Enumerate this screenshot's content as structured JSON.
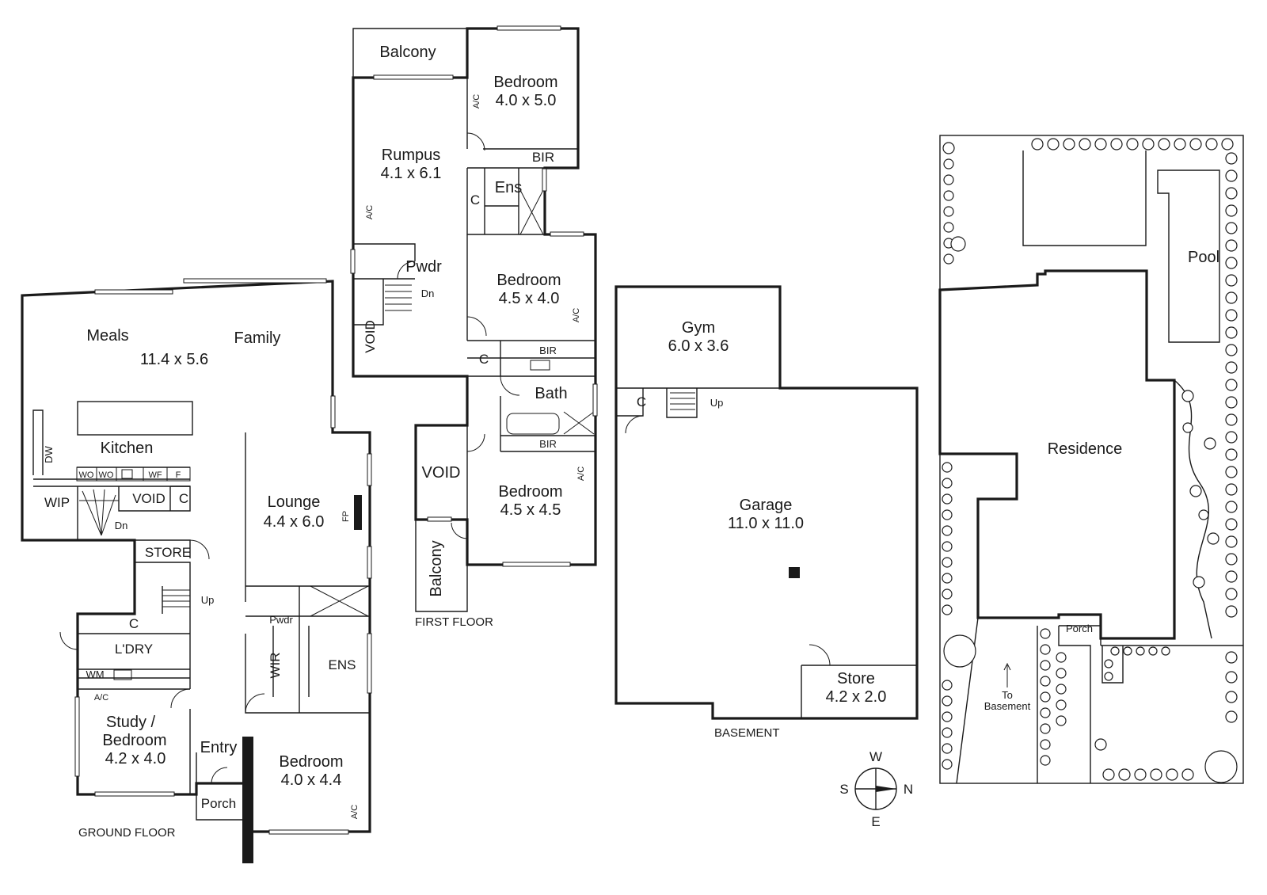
{
  "ground_floor": {
    "caption": "GROUND FLOOR",
    "rooms": {
      "meals": "Meals",
      "family": "Family",
      "meals_family_dim": "11.4 x 5.6",
      "kitchen": "Kitchen",
      "dw": "DW",
      "wo1": "WO",
      "wo2": "WO",
      "wf": "WF",
      "f": "F",
      "wip": "WIP",
      "void": "VOID",
      "c_kitchen": "C",
      "dn": "Dn",
      "store": "STORE",
      "up": "Up",
      "c_laundry": "C",
      "laundry": "L'DRY",
      "wm": "WM",
      "ac_study": "A/C",
      "study_line1": "Study /",
      "study_line2": "Bedroom",
      "study_dim": "4.2 x 4.0",
      "entry": "Entry",
      "porch": "Porch",
      "lounge": "Lounge",
      "lounge_dim": "4.4 x 6.0",
      "fp": "FP",
      "pwdr": "Pwdr",
      "wir": "WIR",
      "ens": "ENS",
      "bedroom": "Bedroom",
      "bedroom_dim": "4.0 x 4.4",
      "ac_bedroom": "A/C"
    }
  },
  "first_floor": {
    "caption": "FIRST FLOOR",
    "rooms": {
      "balcony_top": "Balcony",
      "bedroom1": "Bedroom",
      "bedroom1_dim": "4.0 x 5.0",
      "ac_bed1": "A/C",
      "bir1": "BIR",
      "rumpus": "Rumpus",
      "rumpus_dim": "4.1 x 6.1",
      "ac_rumpus": "A/C",
      "ens": "Ens",
      "c1": "C",
      "pwdr": "Pwdr",
      "dn": "Dn",
      "void1": "VOID",
      "bedroom2": "Bedroom",
      "bedroom2_dim": "4.5 x 4.0",
      "ac_bed2": "A/C",
      "c2": "C",
      "bir2": "BIR",
      "bath": "Bath",
      "bir3": "BIR",
      "void2": "VOID",
      "bedroom3": "Bedroom",
      "bedroom3_dim": "4.5 x 4.5",
      "ac_bed3": "A/C",
      "balcony_bottom": "Balcony"
    }
  },
  "basement": {
    "caption": "BASEMENT",
    "rooms": {
      "gym": "Gym",
      "gym_dim": "6.0 x 3.6",
      "c": "C",
      "up": "Up",
      "garage": "Garage",
      "garage_dim": "11.0 x 11.0",
      "store": "Store",
      "store_dim": "4.2 x 2.0"
    }
  },
  "compass": {
    "w": "W",
    "s": "S",
    "n": "N",
    "e": "E"
  },
  "site_plan": {
    "pool": "Pool",
    "residence": "Residence",
    "porch": "Porch",
    "to_basement_line1": "To",
    "to_basement_line2": "Basement"
  }
}
